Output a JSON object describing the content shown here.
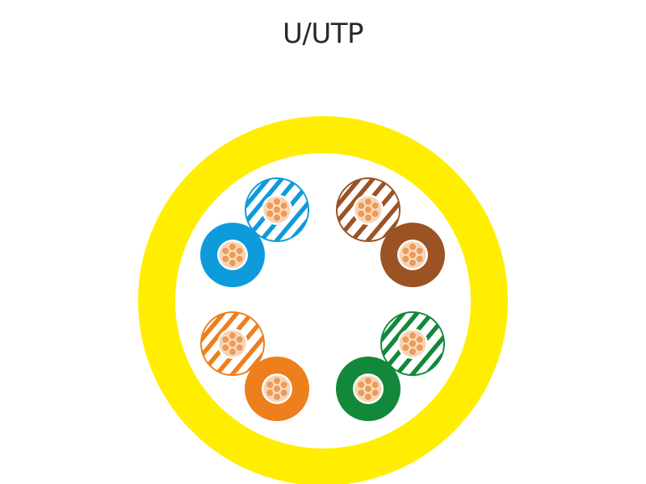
{
  "title": "U/UTP",
  "colors": {
    "jacket": "#ffee00",
    "copper": "#ec9b5a",
    "copper_highlight": "#f7c79c",
    "blue": "#0e9bdc",
    "brown": "#9b5324",
    "orange": "#ee7f1d",
    "green": "#12893a"
  },
  "pairs": [
    {
      "name": "blue",
      "color_key": "blue"
    },
    {
      "name": "brown",
      "color_key": "brown"
    },
    {
      "name": "orange",
      "color_key": "orange"
    },
    {
      "name": "green",
      "color_key": "green"
    }
  ]
}
